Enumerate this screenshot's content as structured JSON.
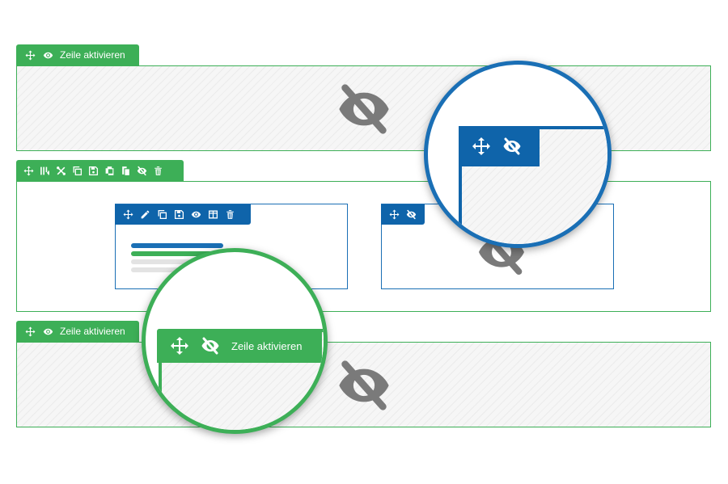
{
  "colors": {
    "green": "#3daf57",
    "blue": "#0f64aa",
    "hidden_icon": "#7a7a7a"
  },
  "row1": {
    "toolbar": {
      "icons": [
        "move-icon",
        "eye-icon"
      ],
      "label": "Zeile aktivieren"
    },
    "state": "hidden"
  },
  "row2": {
    "toolbar": {
      "icons": [
        "move-icon",
        "columns-settings-icon",
        "tools-icon",
        "duplicate-icon",
        "save-icon",
        "copy-icon",
        "paste-icon",
        "eye-off-icon",
        "trash-icon"
      ]
    },
    "column_left": {
      "toolbar": {
        "icons": [
          "move-icon",
          "edit-icon",
          "duplicate-icon",
          "save-icon",
          "eye-icon",
          "layout-icon",
          "trash-icon"
        ]
      }
    },
    "column_right": {
      "toolbar": {
        "icons": [
          "move-icon",
          "eye-off-icon"
        ]
      },
      "state": "hidden"
    }
  },
  "row3": {
    "toolbar": {
      "icons": [
        "move-icon",
        "eye-icon"
      ],
      "label": "Zeile aktivieren"
    },
    "state": "hidden"
  },
  "magnifier_blue": {
    "icons": [
      "move-icon",
      "eye-off-icon"
    ]
  },
  "magnifier_green": {
    "icons": [
      "move-icon",
      "eye-off-icon"
    ],
    "label": "Zeile aktivieren"
  }
}
